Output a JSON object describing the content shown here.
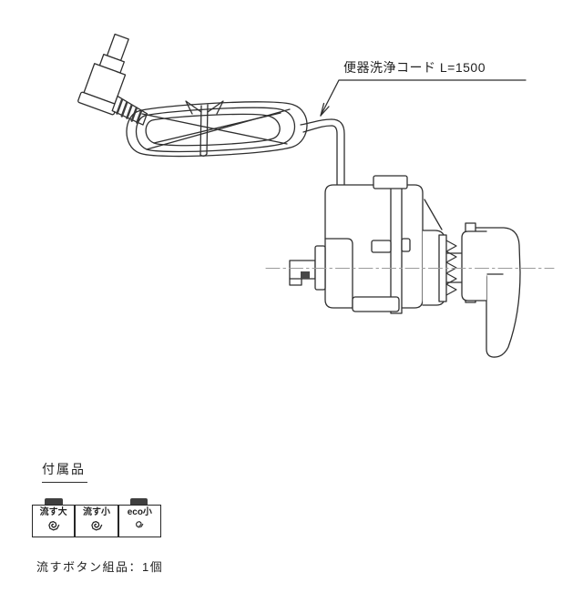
{
  "diagram": {
    "cord_label": "便器洗浄コード L=1500",
    "accessories": {
      "heading": "付属品",
      "buttons": [
        {
          "label": "流す大",
          "icon": "swirl-double-icon"
        },
        {
          "label": "流す小",
          "icon": "swirl-double-icon"
        },
        {
          "label": "eco小",
          "icon": "swirl-single-icon"
        }
      ],
      "caption": "流すボタン組品：1個"
    },
    "colors": {
      "line": "#2f2f2f",
      "centerline": "#9a9a9a",
      "text": "#1f1f1f",
      "button_tab": "#3f3f3f"
    }
  }
}
